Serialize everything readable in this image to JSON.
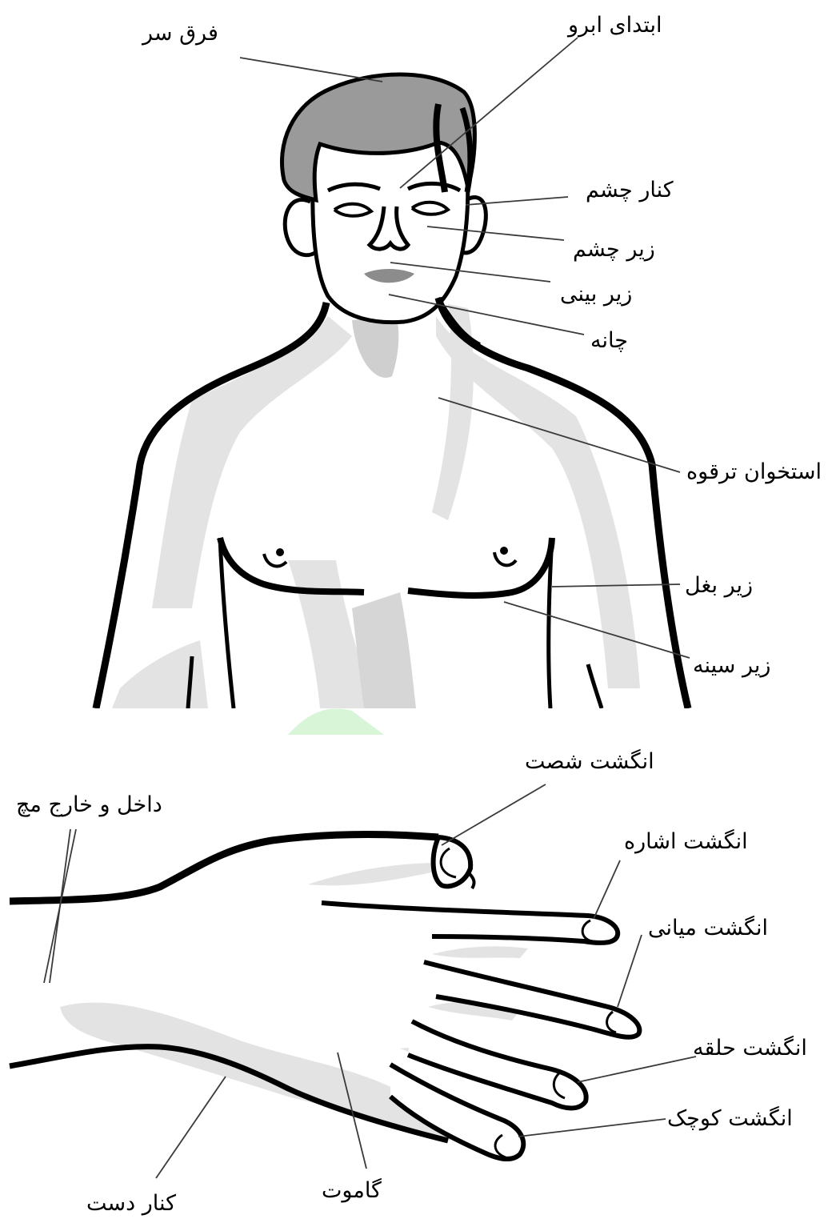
{
  "colors": {
    "ink": "#000000",
    "hair": "#9a9a9a",
    "lips": "#8c8c8c",
    "shade": "#e3e3e3",
    "shade_dark": "#cfcfcf",
    "leader": "#3a3a3a",
    "watermark": "#d8f5d8"
  },
  "body_labels": {
    "crown": "فرق سر",
    "eyebrow_start": "ابتدای ابرو",
    "eye_side": "کنار چشم",
    "under_eye": "زیر چشم",
    "under_nose": "زیر بینی",
    "chin": "چانه",
    "collarbone": "استخوان ترقوه",
    "under_arm": "زیر بغل",
    "under_chest": "زیر سینه"
  },
  "hand_labels": {
    "wrist": "داخل و خارج مچ",
    "thumb": "انگشت شصت",
    "index_finger": "انگشت اشاره",
    "middle_finger": "انگشت میانی",
    "ring_finger": "انگشت حلقه",
    "little_finger": "انگشت کوچک",
    "palm_side": "گاموت",
    "hand_side": "کنار دست"
  }
}
